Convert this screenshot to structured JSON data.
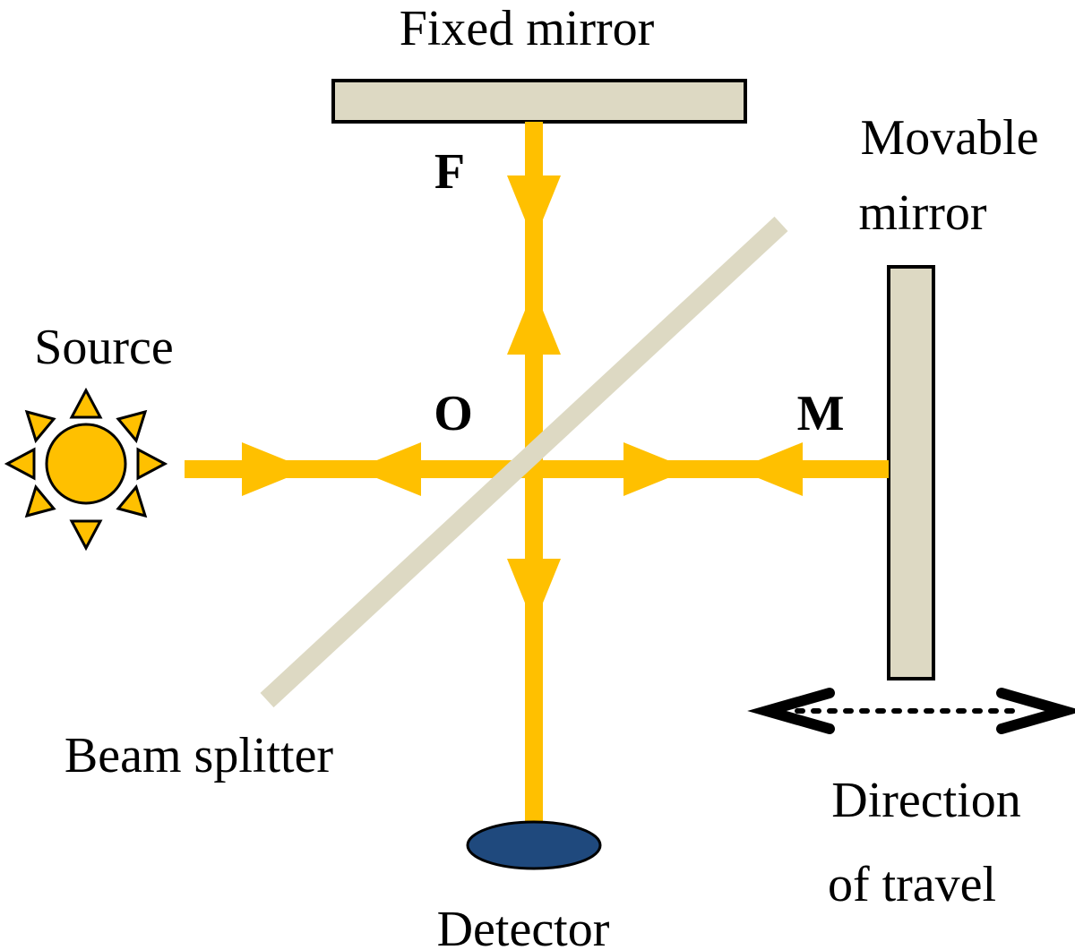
{
  "labels": {
    "fixed_mirror": "Fixed mirror",
    "movable_mirror_line1": "Movable",
    "movable_mirror_line2": "mirror",
    "source": "Source",
    "beam_splitter": "Beam splitter",
    "detector": "Detector",
    "direction_line1": "Direction",
    "direction_line2": "of travel",
    "point_f": "F",
    "point_o": "O",
    "point_m": "M"
  },
  "colors": {
    "beam": "#FFC000",
    "mirror_fill": "#DDD9C3",
    "mirror_stroke": "#000000",
    "splitter": "#DDD9C3",
    "detector": "#1F497D",
    "source_fill": "#FFC000",
    "text": "#000000"
  }
}
